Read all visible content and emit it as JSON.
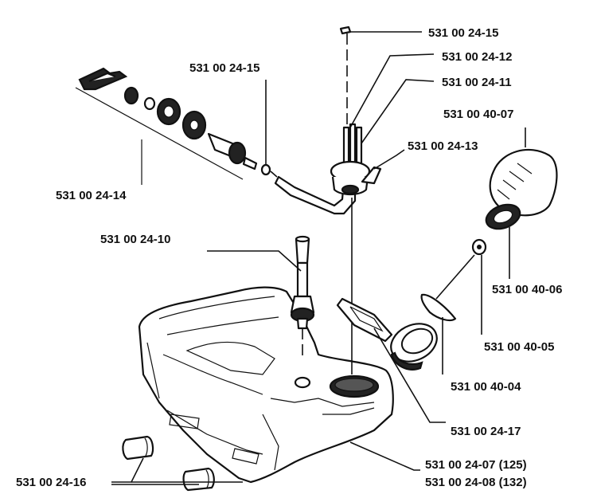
{
  "labels": {
    "filler_cap_bead": "531 00 24-15",
    "vent_tube_top": "531 00 24-12",
    "vent_housing": "531 00 24-11",
    "tank_cap": "531 00 40-07",
    "vent_elbow": "531 00 24-13",
    "hose_clip": "531 00 24-15",
    "fuel_filter_kit": "531 00 24-14",
    "fuel_pickup": "531 00 24-10",
    "cap_gasket": "531 00 40-06",
    "cap_strap": "531 00 40-05",
    "cap_retainer": "531 00 40-04",
    "grommet": "531 00 24-17",
    "fuel_tank_125": "531 00 24-07 (125)",
    "fuel_tank_132": "531 00 24-08 (132)",
    "tank_feet": "531 00 24-16"
  }
}
